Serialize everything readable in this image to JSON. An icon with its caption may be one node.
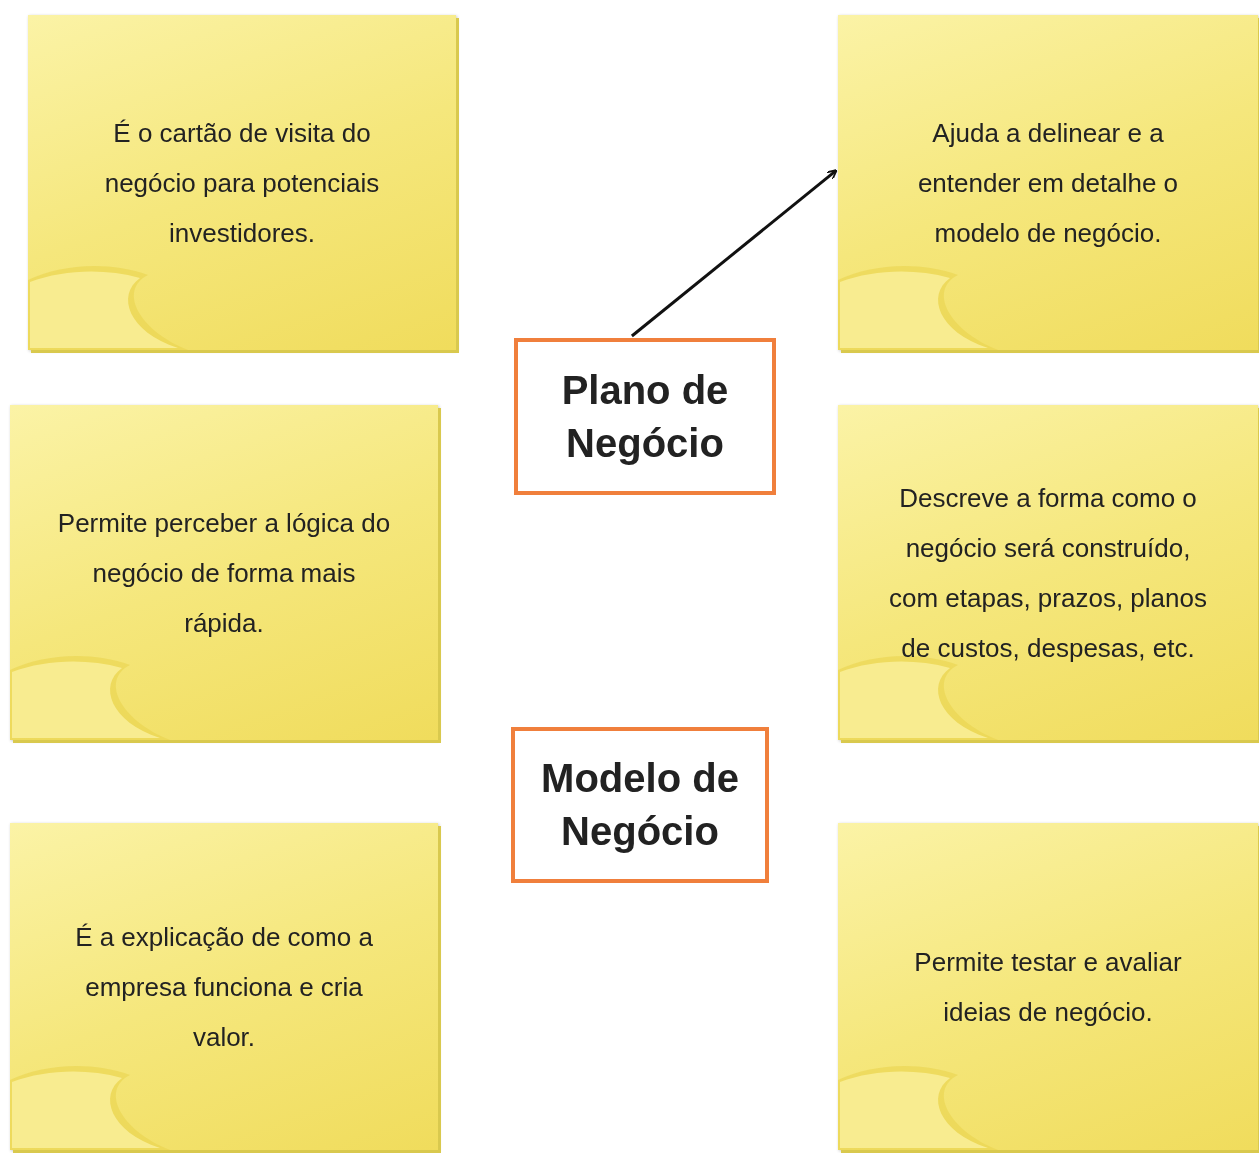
{
  "diagram": {
    "nodes": [
      {
        "text": [
          "É o cartão de visita do negócio para potenciais investidores."
        ]
      },
      {
        "text": [
          "Ajuda a delinear e a entender em detalhe o modelo de negócio."
        ]
      },
      {
        "text": [
          "Plano de Negócio"
        ]
      },
      {
        "text": [
          "Permite perceber a lógica do negócio de forma mais rápida."
        ]
      },
      {
        "text": [
          "Descreve a forma como o negócio será construído, com etapas, prazos, planos de custos, despesas, etc."
        ]
      },
      {
        "text": [
          "Modelo de Negócio"
        ]
      },
      {
        "text": [
          "É a explicação de como a empresa funciona e cria valor."
        ]
      },
      {
        "text": [
          "Permite testar e avaliar ideias de negócio."
        ]
      }
    ],
    "edges": [
      {
        "from": 2,
        "to": 1,
        "arrow": "to"
      }
    ]
  }
}
